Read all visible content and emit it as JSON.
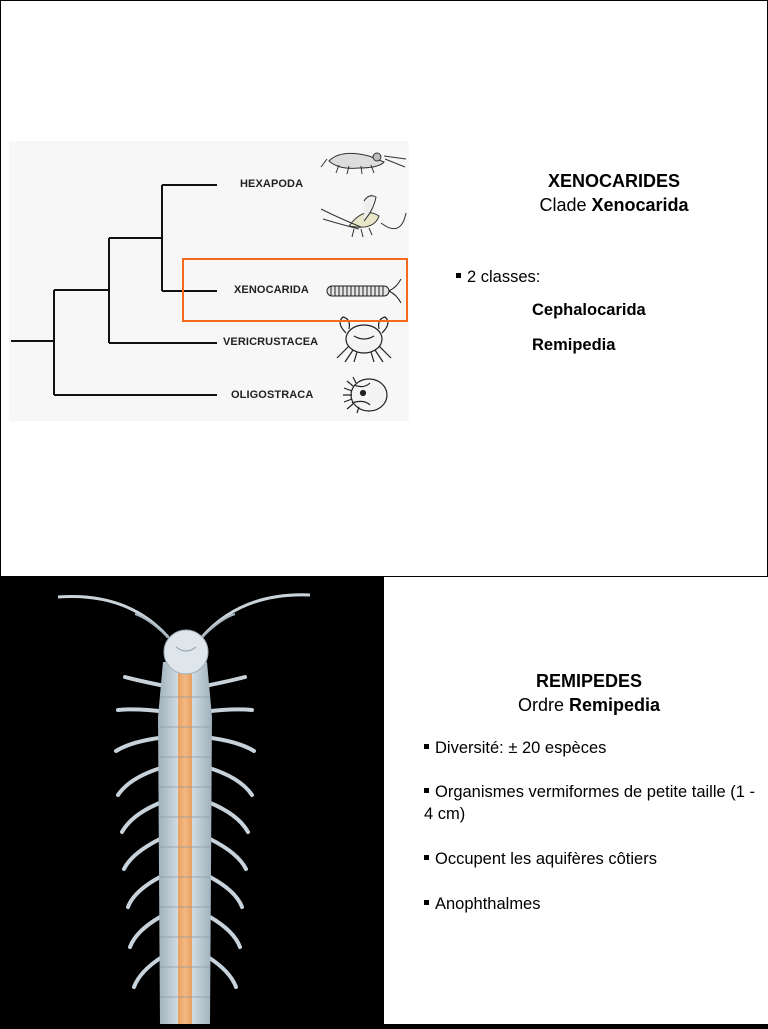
{
  "slide1": {
    "title": "XENOCARIDES",
    "subtitle_prefix": "Clade ",
    "subtitle_taxon": "Xenocarida",
    "bullet": "2 classes:",
    "classes": [
      "Cephalocarida",
      "Remipedia"
    ],
    "tree": {
      "taxa": [
        "HEXAPODA",
        "XENOCARIDA",
        "VERICRUSTACEA",
        "OLIGOSTRACA"
      ],
      "highlighted": "XENOCARIDA",
      "highlight_color": "#f26b1d"
    },
    "icons": [
      "springtail-icon",
      "mayfly-icon",
      "remipede-icon",
      "crab-icon",
      "ostracod-icon"
    ]
  },
  "slide2": {
    "title": "REMIPEDES",
    "subtitle_prefix": "Ordre ",
    "subtitle_taxon": "Remipedia",
    "bullets": [
      "Diversité: ± 20 espèces",
      "Organismes vermiformes de petite taille (1 - 4 cm)",
      "Occupent les aquifères côtiers",
      "Anophthalmes"
    ],
    "photo_name": "remipede-photo"
  }
}
